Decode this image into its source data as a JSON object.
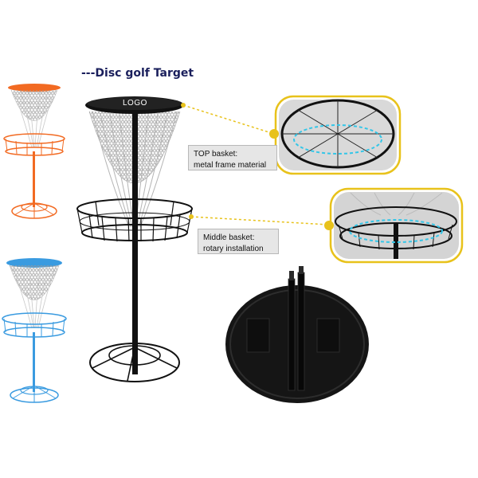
{
  "header": {
    "title": "---Disc golf Target"
  },
  "basket": {
    "logo_text": "LOGO"
  },
  "callouts": {
    "top": {
      "line1": "TOP basket:",
      "line2": "metal frame material"
    },
    "middle": {
      "line1": "Middle basket:",
      "line2": "rotary installation"
    }
  },
  "colors": {
    "main_frame": "#111111",
    "orange_variant": "#f26a22",
    "blue_variant": "#3a9be0",
    "chains": "#b9b9b9",
    "callout_highlight": "#e8c21b",
    "rotation_ring": "#33c6e8",
    "bag": "#151515"
  },
  "icons": [
    "orange-basket-icon",
    "blue-basket-icon",
    "zoom-top-basket-icon",
    "zoom-middle-basket-icon",
    "carry-bag-icon"
  ]
}
